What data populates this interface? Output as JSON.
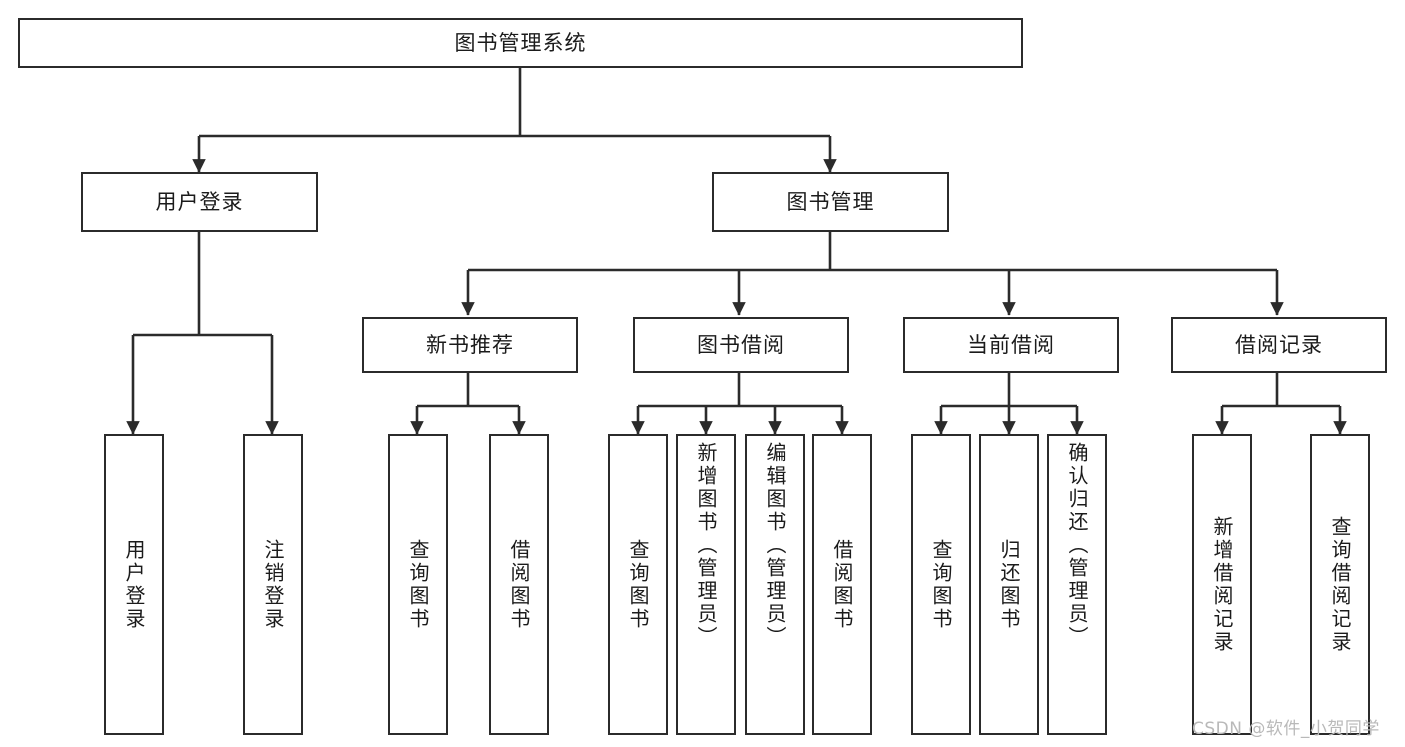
{
  "diagram": {
    "type": "tree-hierarchy",
    "title": "图书管理系统",
    "watermark": "CSDN @软件_小贺同学",
    "colors": {
      "stroke": "#2b2b2b",
      "fill": "#ffffff",
      "text": "#1b1b1b",
      "watermark": "#b9b9b9"
    },
    "nodes": {
      "root": {
        "label": "图书管理系统",
        "level": 0
      },
      "l1": [
        {
          "id": "user-login",
          "label": "用户登录"
        },
        {
          "id": "book-manage",
          "label": "图书管理"
        }
      ],
      "l2": [
        {
          "id": "new-book-recommend",
          "label": "新书推荐"
        },
        {
          "id": "book-borrow",
          "label": "图书借阅"
        },
        {
          "id": "current-borrow",
          "label": "当前借阅"
        },
        {
          "id": "borrow-record",
          "label": "借阅记录"
        }
      ],
      "leaves": {
        "user_login": [
          {
            "id": "leaf-user-login",
            "label": "用户登录"
          },
          {
            "id": "leaf-logout-login",
            "label": "注销登录"
          }
        ],
        "new_book_recommend": [
          {
            "id": "leaf-query-book-1",
            "label": "查询图书"
          },
          {
            "id": "leaf-borrow-book-1",
            "label": "借阅图书"
          }
        ],
        "book_borrow": [
          {
            "id": "leaf-query-book-2",
            "label": "查询图书"
          },
          {
            "id": "leaf-add-book",
            "label": "新增图书（管理员）"
          },
          {
            "id": "leaf-edit-book",
            "label": "编辑图书（管理员）"
          },
          {
            "id": "leaf-borrow-book-2",
            "label": "借阅图书"
          }
        ],
        "current_borrow": [
          {
            "id": "leaf-query-book-3",
            "label": "查询图书"
          },
          {
            "id": "leaf-return-book",
            "label": "归还图书"
          },
          {
            "id": "leaf-confirm-return",
            "label": "确认归还（管理员）"
          }
        ],
        "borrow_record": [
          {
            "id": "leaf-add-record",
            "label": "新增借阅记录"
          },
          {
            "id": "leaf-query-record",
            "label": "查询借阅记录"
          }
        ]
      }
    }
  }
}
